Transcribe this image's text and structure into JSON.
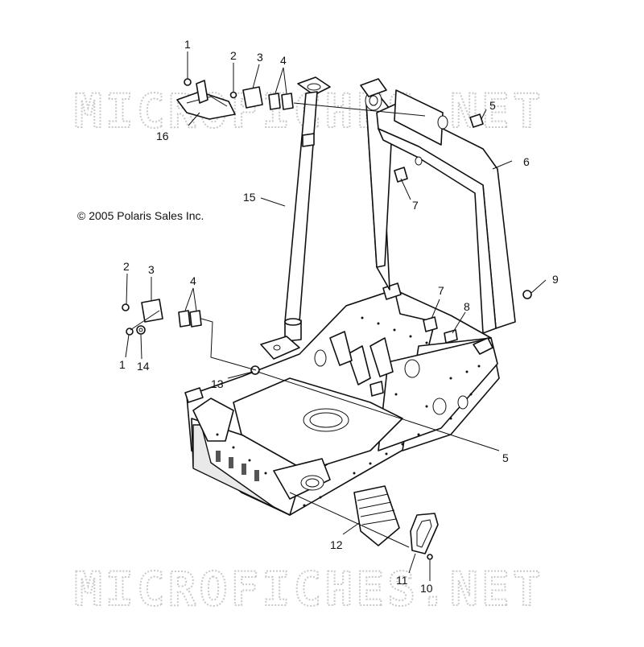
{
  "copyright": "© 2005 Polaris Sales Inc.",
  "watermark": "MICROFICHES.NET",
  "callouts": {
    "c1a": "1",
    "c2a": "2",
    "c3a": "3",
    "c4a": "4",
    "c5a": "5",
    "c6": "6",
    "c7a": "7",
    "c15": "15",
    "c16": "16",
    "c9": "9",
    "c7b": "7",
    "c8": "8",
    "c2b": "2",
    "c3b": "3",
    "c4b": "4",
    "c1b": "1",
    "c14": "14",
    "c13": "13",
    "c5b": "5",
    "c12": "12",
    "c11": "11",
    "c10": "10"
  },
  "colors": {
    "line": "#111111",
    "watermark": "#c9c9c9",
    "background": "#ffffff"
  }
}
